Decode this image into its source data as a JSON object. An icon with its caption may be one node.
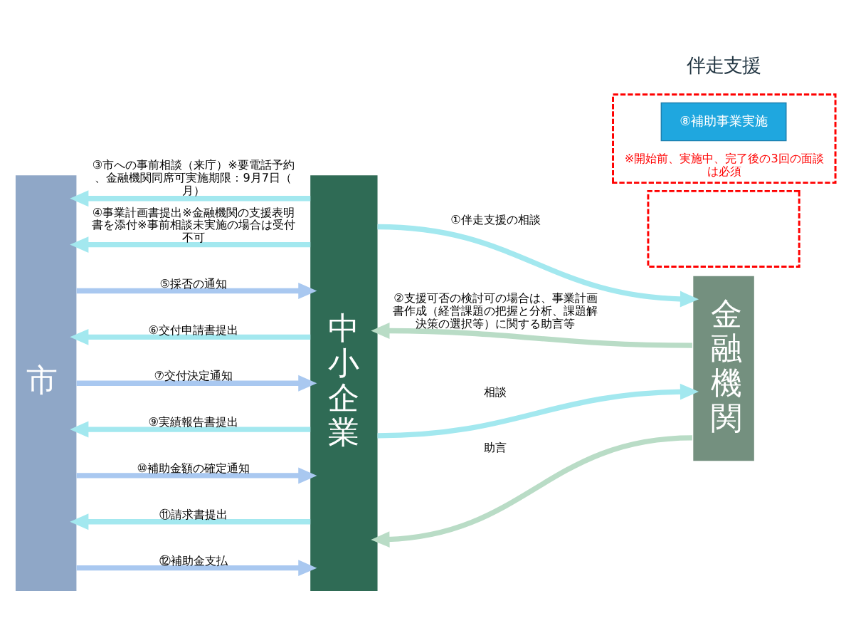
{
  "diagram": {
    "nodes": [
      {
        "text": [
          "市"
        ]
      },
      {
        "text": [
          "中小企業"
        ]
      },
      {
        "text": [
          "金融機関"
        ]
      },
      {
        "text": [],
        "shape": "box"
      },
      {
        "text": [
          "※開始前、実施中、完了後の3回の面談は必須"
        ]
      },
      {
        "text": [
          "⑧補助事業実施"
        ],
        "in": 4
      }
    ],
    "edges": [
      {
        "from": 1,
        "to": 2,
        "arrow": "to",
        "label": "①伴走支援の相談"
      },
      {
        "from": 2,
        "to": 1,
        "arrow": "to",
        "label": "②支援可否の検討可の場合は、事業計画書作成（経営課題の把握と分析、課題解決策の選択等）に関する助言等",
        "color": "#b9dcc6"
      },
      {
        "from": 1,
        "to": 0,
        "arrow": "to",
        "label": "③市への事前相談（来庁）※要電話予約、金融機関同席可実施期限：9月7日（月）"
      },
      {
        "from": 1,
        "to": 0,
        "arrow": "to",
        "label": "④事業計画書提出※金融機関の支援表明書を添付※事前相談未実施の場合は受付不可"
      },
      {
        "from": 0,
        "to": 1,
        "arrow": "to",
        "label": "⑤採否の通知",
        "color": "#a9c8f0"
      },
      {
        "from": 1,
        "to": 0,
        "arrow": "to",
        "label": "⑥交付申請書提出"
      },
      {
        "from": 0,
        "to": 1,
        "arrow": "to",
        "label": "⑦交付決定通知",
        "color": "#a9c8f0"
      },
      {
        "from": 1,
        "to": 2,
        "arrow": "to",
        "label": "相談"
      },
      {
        "from": 2,
        "to": 1,
        "arrow": "to",
        "label": "助言",
        "color": "#b9dcc6"
      },
      {
        "from": 1,
        "to": 0,
        "arrow": "to",
        "label": "⑨実績報告書提出"
      },
      {
        "from": 0,
        "to": 1,
        "arrow": "to",
        "label": "⑩補助金額の確定通知",
        "color": "#a9c8f0"
      },
      {
        "from": 1,
        "to": 0,
        "arrow": "to",
        "label": "⑪請求書提出"
      },
      {
        "from": 0,
        "to": 1,
        "arrow": "to",
        "label": "⑫補助金支払",
        "color": "#a9c8f0"
      }
    ],
    "labels": [
      "伴走支援"
    ]
  }
}
